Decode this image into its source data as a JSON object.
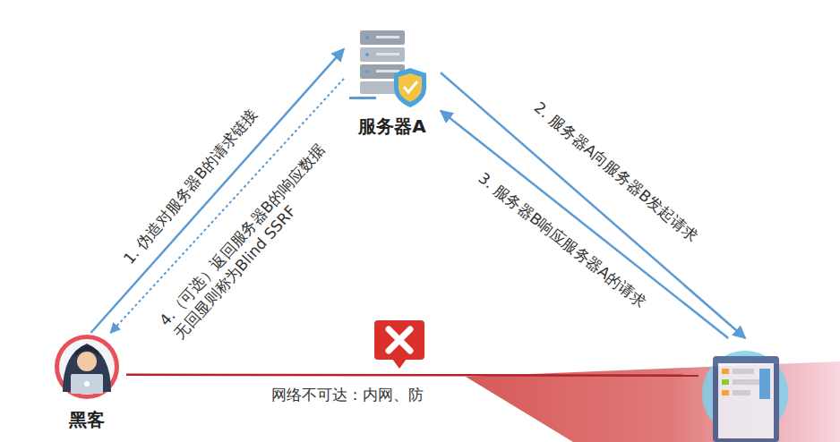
{
  "diagram": {
    "nodes": [
      {
        "text": [
          "服务器A"
        ]
      },
      {
        "text": [
          "黑客"
        ]
      },
      {
        "text": []
      }
    ],
    "edges": [
      {
        "from": 1,
        "to": 0,
        "label": "1. 伪造对服务器B的请求链接",
        "arrow": "to"
      },
      {
        "from": 0,
        "to": 2,
        "label": "2. 服务器A向服务器B发起请求",
        "arrow": "to"
      },
      {
        "from": 2,
        "to": 0,
        "label": "3. 服务器B响应服务器A的请求",
        "arrow": "to"
      },
      {
        "from": 0,
        "to": 1,
        "label": "4.（可选）返回服务器B的响应数据 无回显则称为Blind SSRF",
        "arrow": "to"
      },
      {
        "from": 1,
        "to": 2,
        "label": "网络不可达：内网、防",
        "arrow": "none"
      }
    ]
  }
}
